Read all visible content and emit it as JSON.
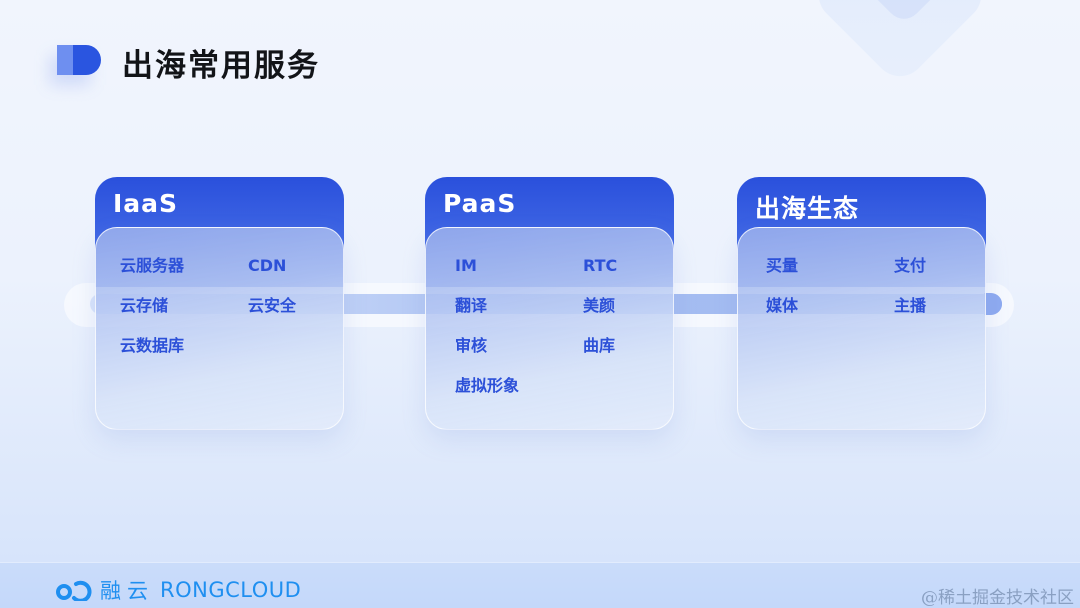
{
  "page": {
    "title": "出海常用服务"
  },
  "colors": {
    "accent": "#2a55e0",
    "item_text": "#2c50d8",
    "logo": "#1f8ff0"
  },
  "cards": [
    {
      "title": "IaaS",
      "items": [
        "云服务器",
        "CDN",
        "云存储",
        "云安全",
        "云数据库"
      ]
    },
    {
      "title": "PaaS",
      "items": [
        "IM",
        "RTC",
        "翻译",
        "美颜",
        "审核",
        "曲库",
        "虚拟形象"
      ]
    },
    {
      "title": "出海生态",
      "items": [
        "买量",
        "支付",
        "媒体",
        "主播"
      ]
    }
  ],
  "footer": {
    "logo_icon": "rongcloud-logo-icon",
    "logo_cn": "融云",
    "logo_en": "RONGCLOUD",
    "watermark": "@稀土掘金技术社区"
  }
}
